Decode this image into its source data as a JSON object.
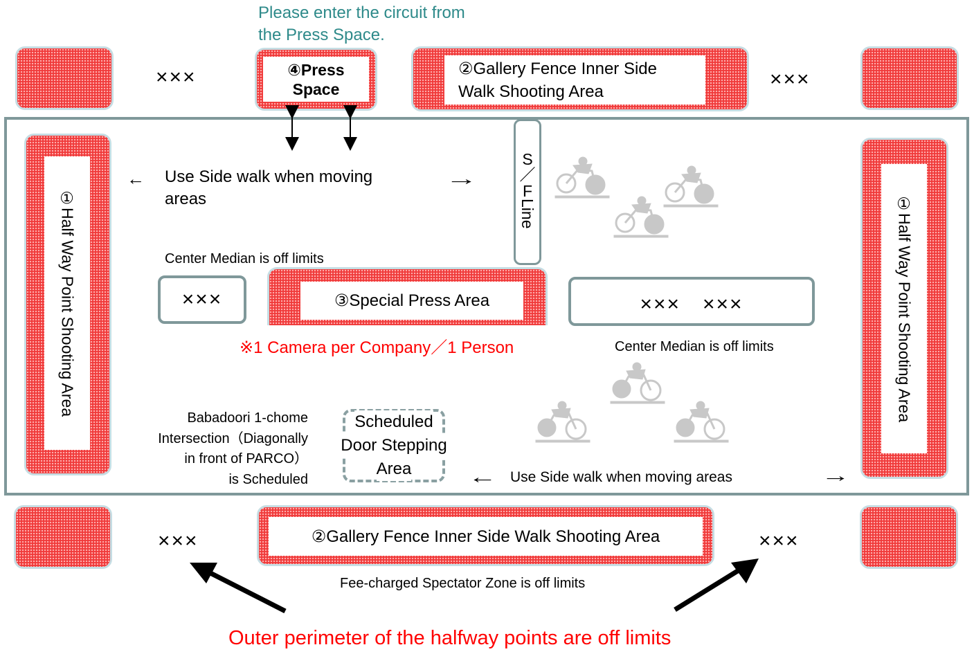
{
  "top_note": "Please enter the circuit from",
  "top_note2": "the Press Space.",
  "xxx": "×××",
  "press_space_1": "④Press",
  "press_space_2": "Space",
  "gallery_top_1": "②Gallery Fence Inner Side",
  "gallery_top_2": "Walk Shooting Area",
  "halfway_label": "①Half Way Point Shooting Area",
  "use_sidewalk_1": "Use Side walk when moving",
  "use_sidewalk_2": "areas",
  "arrow_left": "←",
  "arrow_right": "→",
  "sf_line_1": "S",
  "sf_line_2": "／",
  "sf_line_3": "F",
  "sf_line_4": "Line",
  "center_median": "Center Median is off limits",
  "special_press": "③Special Press Area",
  "camera_note": "※1 Camera per Company／1 Person",
  "xxx_double": "×××　×××",
  "babadoori_1": "Babadoori 1-chome",
  "babadoori_2": "Intersection（Diagonally",
  "babadoori_3": "in front of PARCO）",
  "babadoori_4": "is Scheduled",
  "door_1": "Scheduled",
  "door_2": "Door Stepping",
  "door_3": "Area",
  "use_sidewalk_bottom": "Use Side walk when moving areas",
  "gallery_bottom": "②Gallery Fence Inner Side Walk Shooting Area",
  "fee_zone": "Fee-charged Spectator Zone is off limits",
  "outer_perimeter": "Outer perimeter of the halfway points are off limits",
  "colors": {
    "red": "#f03a3a",
    "teal_text": "#2e8a8a",
    "gray_border": "#7f989a",
    "alert_red": "#ff0000"
  }
}
